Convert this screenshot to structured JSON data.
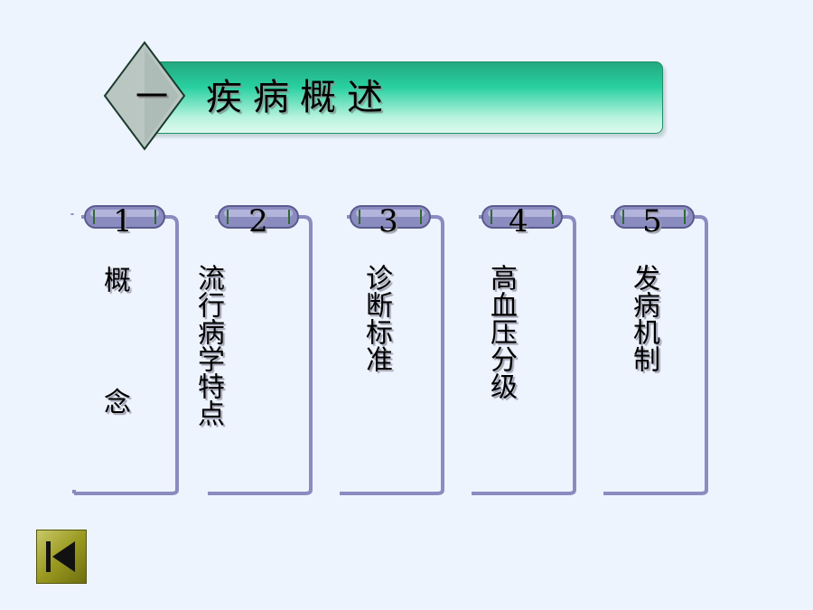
{
  "header": {
    "section_number": "一",
    "title": "疾病概述"
  },
  "cards": [
    {
      "number": "1",
      "label_part1": "概",
      "label_part2": "念"
    },
    {
      "number": "2",
      "label": "流行病学特点"
    },
    {
      "number": "3",
      "label": "诊断标准"
    },
    {
      "number": "4",
      "label": "高血压分级"
    },
    {
      "number": "5",
      "label": "发病机制"
    }
  ],
  "nav": {
    "back_icon": "back-to-start-icon"
  },
  "colors": {
    "background": "#eef4fe",
    "banner_green": "#28d0a0",
    "diamond_fill": "#b9c6c1",
    "card_border": "#8a8cc0",
    "button_olive": "#9a9a20"
  }
}
